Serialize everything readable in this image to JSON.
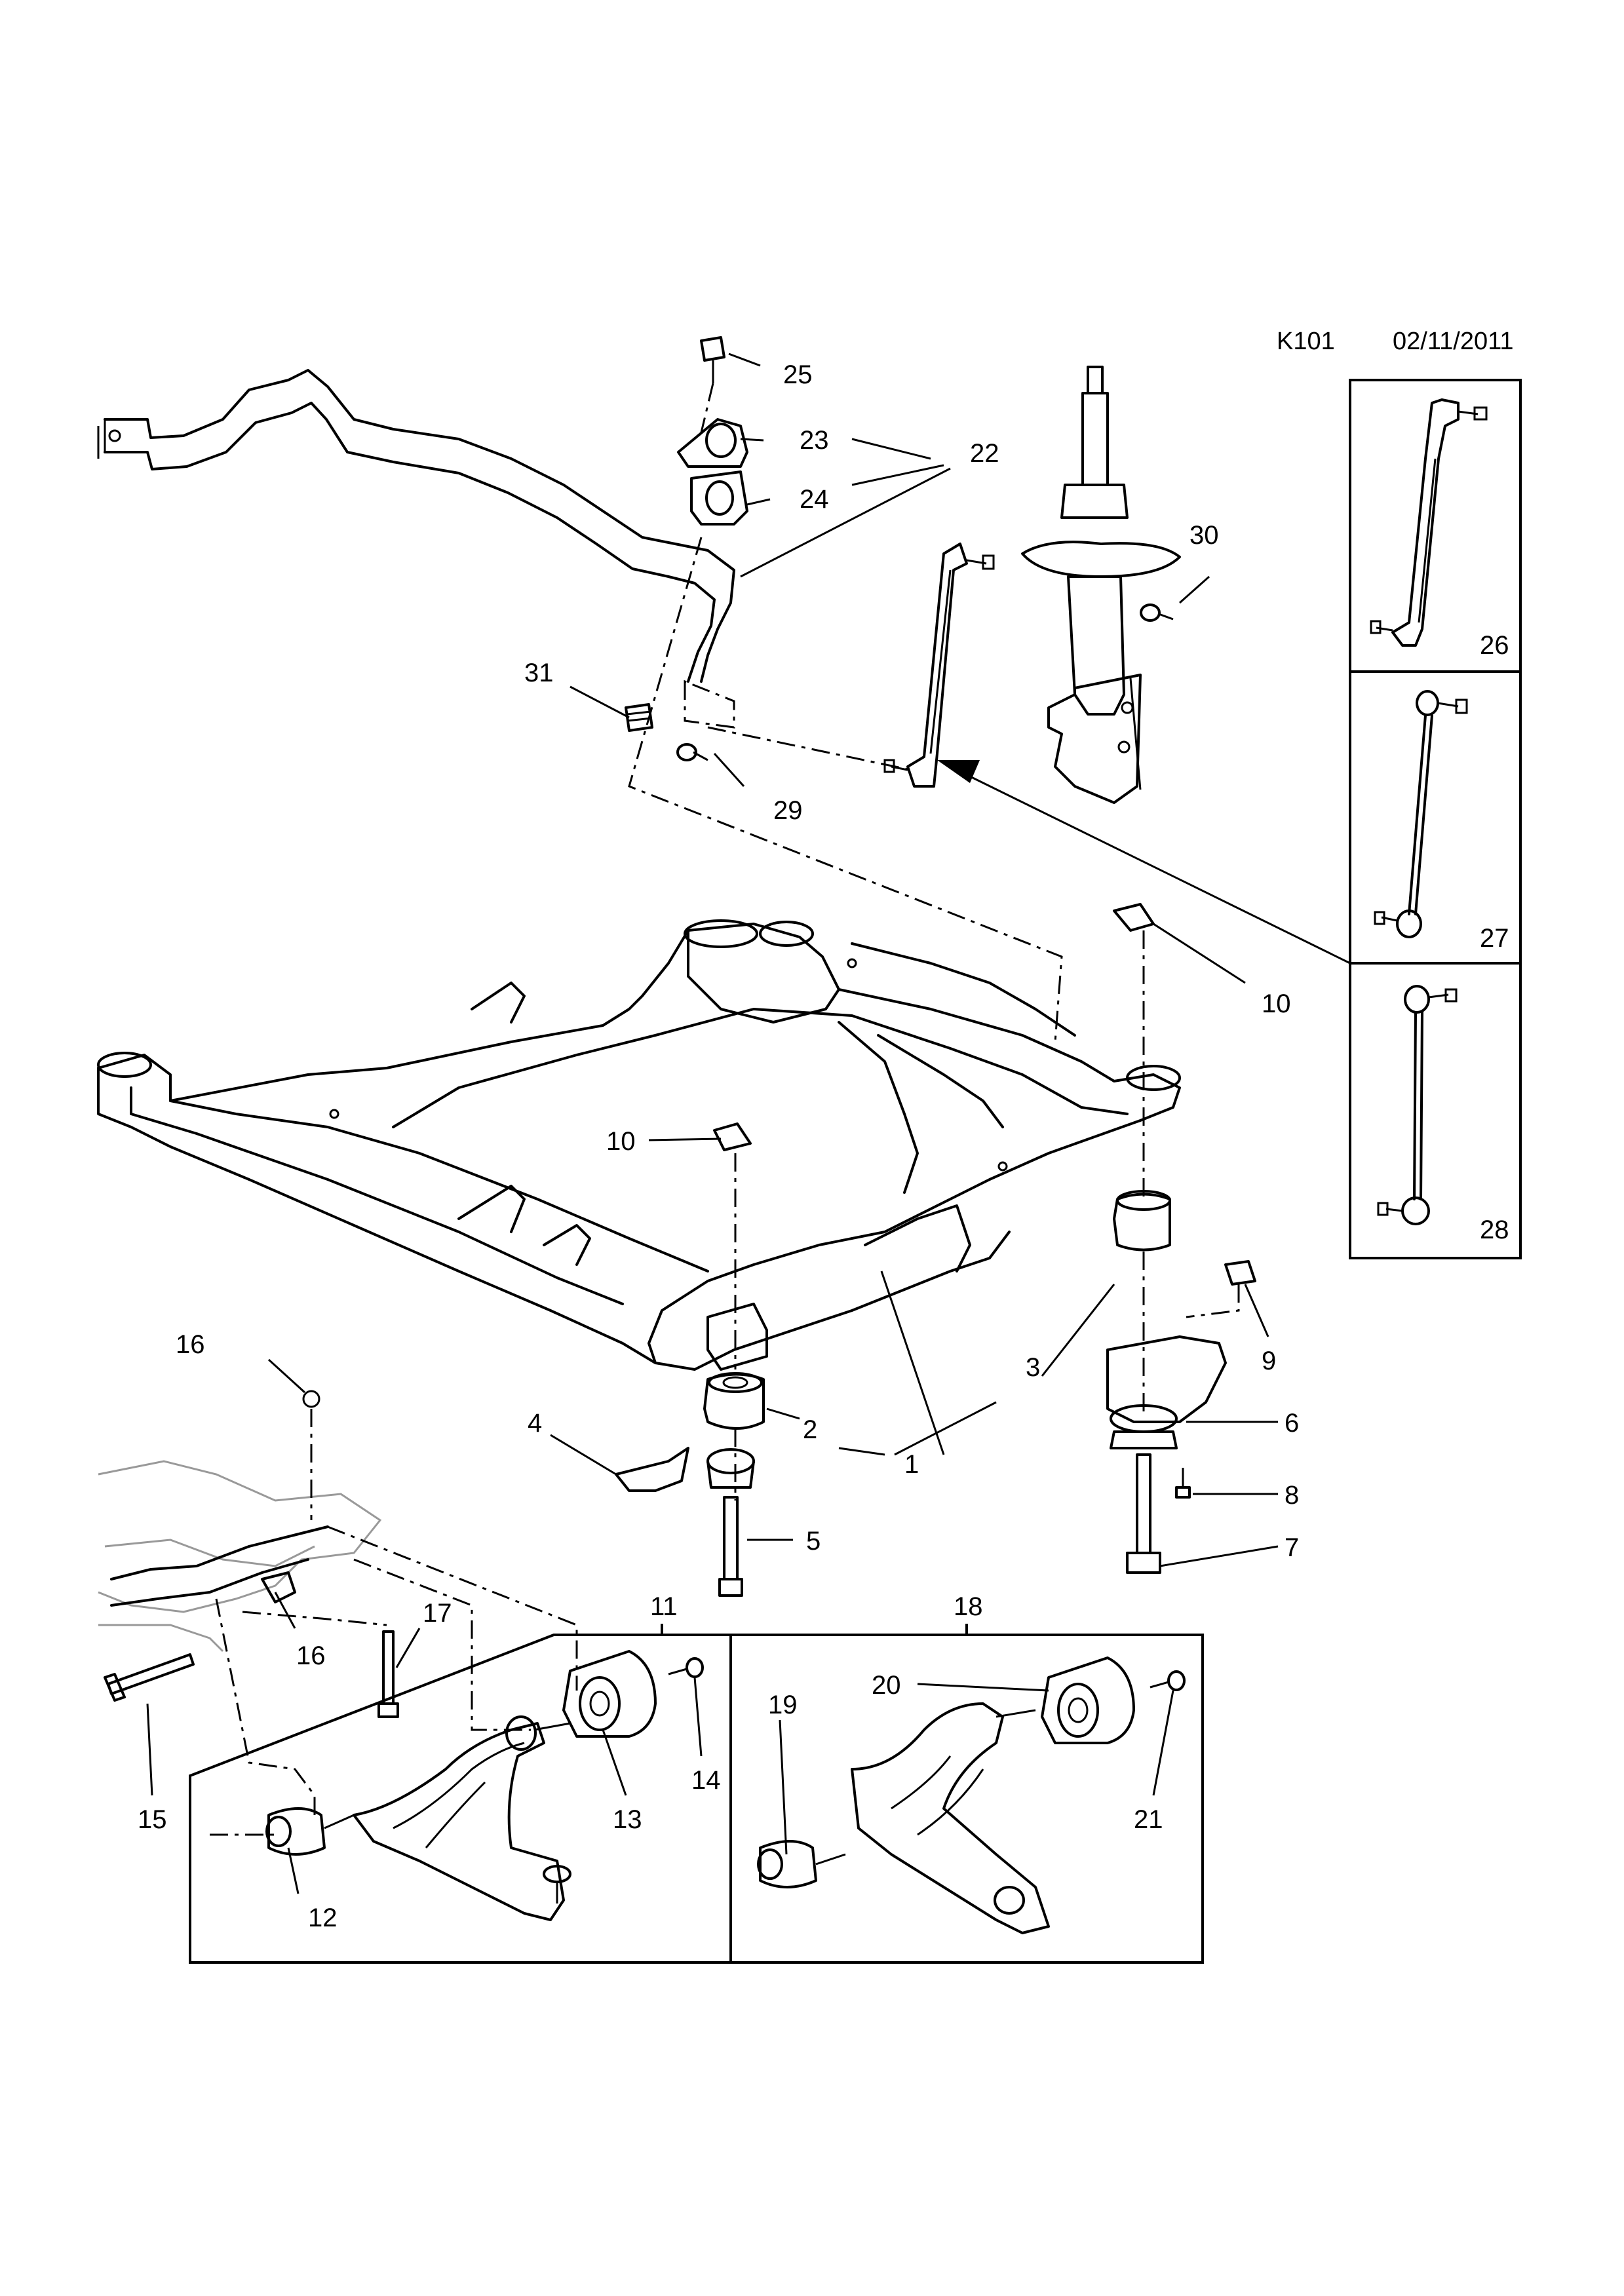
{
  "header": {
    "code": "K101",
    "date": "02/11/2011"
  },
  "callouts": [
    "1",
    "2",
    "3",
    "4",
    "5",
    "6",
    "7",
    "8",
    "9",
    "10",
    "10",
    "11",
    "12",
    "13",
    "14",
    "15",
    "16",
    "16",
    "17",
    "18",
    "19",
    "20",
    "21",
    "22",
    "23",
    "24",
    "25",
    "26",
    "27",
    "28",
    "29",
    "30",
    "31"
  ]
}
